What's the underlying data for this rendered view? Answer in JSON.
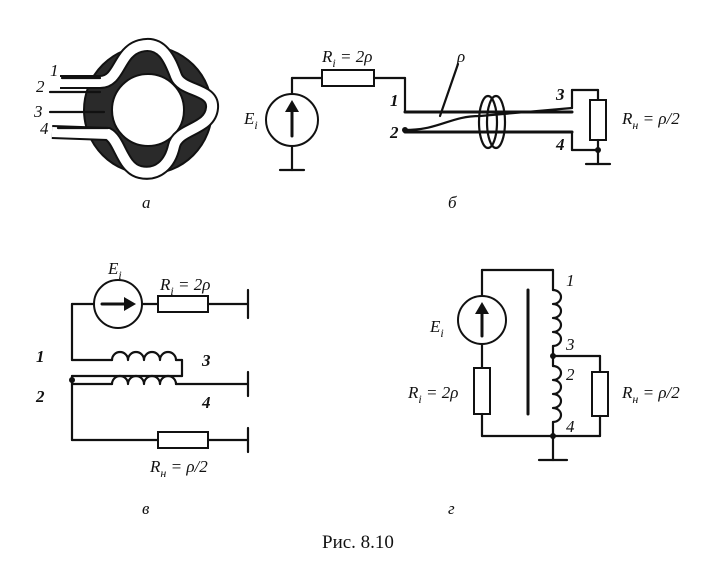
{
  "panels": {
    "a": {
      "label": "а",
      "wire_numbers": [
        "1",
        "2",
        "3",
        "4"
      ]
    },
    "b": {
      "label": "б",
      "source": "E",
      "source_sub": "i",
      "resistor": "R",
      "resistor_sub": "i",
      "resistor_value": " = 2ρ",
      "cable": "ρ",
      "load": "R",
      "load_sub": "н",
      "load_value": " = ρ/2",
      "terminals": [
        "1",
        "2",
        "3",
        "4"
      ]
    },
    "v": {
      "label": "в",
      "source": "E",
      "source_sub": "i",
      "resistor": "R",
      "resistor_sub": "i",
      "resistor_value": " = 2ρ",
      "load": "R",
      "load_sub": "н",
      "load_value": " = ρ/2",
      "terminals": [
        "1",
        "2",
        "3",
        "4"
      ]
    },
    "g": {
      "label": "г",
      "source": "E",
      "source_sub": "i",
      "resistor": "R",
      "resistor_sub": "i",
      "resistor_value": " = 2ρ",
      "load": "R",
      "load_sub": "н",
      "load_value": " = ρ/2",
      "terminals": [
        "1",
        "3",
        "2",
        "4"
      ]
    }
  },
  "caption": "Рис. 8.10"
}
